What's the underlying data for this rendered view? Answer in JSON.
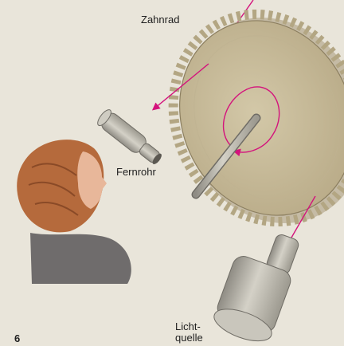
{
  "labels": {
    "gear": "Zahnrad",
    "telescope": "Fernrohr",
    "light_source_line1": "Licht-",
    "light_source_line2": "quelle"
  },
  "figure_number": "6",
  "colors": {
    "background": "#e9e5da",
    "gear": "#cbbf9e",
    "gear_shadow": "#a8997a",
    "metal": "#bdbab0",
    "light_ray": "#d4127c",
    "hair": "#b56a3c",
    "skin": "#e8b79a",
    "coat": "#6f6c6c"
  }
}
